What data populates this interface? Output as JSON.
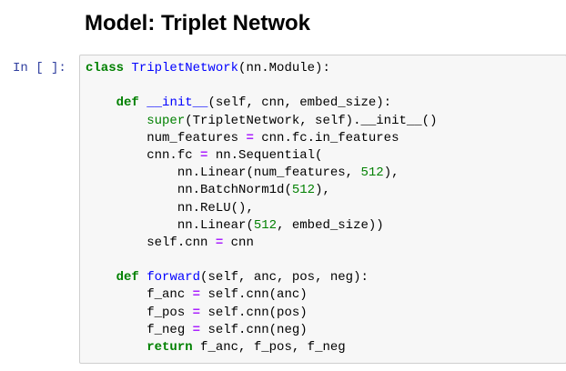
{
  "heading": "Model: Triplet Netwok",
  "cell": {
    "prompt": "In [ ]:"
  },
  "code": {
    "l1": {
      "kw": "class",
      "name": "TripletNetwork",
      "rest": "(nn.Module):"
    },
    "l3": {
      "indent": "    ",
      "kw": "def",
      "name": "__init__",
      "rest": "(self, cnn, embed_size):"
    },
    "l4": {
      "indent": "        ",
      "bi": "super",
      "rest": "(TripletNetwork, self).__init__()"
    },
    "l5": {
      "indent": "        ",
      "a": "num_features ",
      "op": "=",
      "b": " cnn.fc.in_features"
    },
    "l6": {
      "indent": "        ",
      "a": "cnn.fc ",
      "op": "=",
      "b": " nn.Sequential("
    },
    "l7": {
      "indent": "            ",
      "a": "nn.Linear(num_features, ",
      "num": "512",
      "b": "),"
    },
    "l8": {
      "indent": "            ",
      "a": "nn.BatchNorm1d(",
      "num": "512",
      "b": "),"
    },
    "l9": {
      "indent": "            ",
      "a": "nn.ReLU(),"
    },
    "l10": {
      "indent": "            ",
      "a": "nn.Linear(",
      "num": "512",
      "b": ", embed_size))"
    },
    "l11": {
      "indent": "        ",
      "a": "self.cnn ",
      "op": "=",
      "b": " cnn"
    },
    "l13": {
      "indent": "    ",
      "kw": "def",
      "name": "forward",
      "rest": "(self, anc, pos, neg):"
    },
    "l14": {
      "indent": "        ",
      "a": "f_anc ",
      "op": "=",
      "b": " self.cnn(anc)"
    },
    "l15": {
      "indent": "        ",
      "a": "f_pos ",
      "op": "=",
      "b": " self.cnn(pos)"
    },
    "l16": {
      "indent": "        ",
      "a": "f_neg ",
      "op": "=",
      "b": " self.cnn(neg)"
    },
    "l17": {
      "indent": "        ",
      "kw": "return",
      "rest": " f_anc, f_pos, f_neg"
    }
  },
  "colors": {
    "keyword": "#008000",
    "name": "#0000ff",
    "number": "#008000",
    "operator": "#aa22ff",
    "prompt": "#303f9f",
    "cell_background": "#f7f7f7",
    "cell_border": "#cfcfcf"
  }
}
